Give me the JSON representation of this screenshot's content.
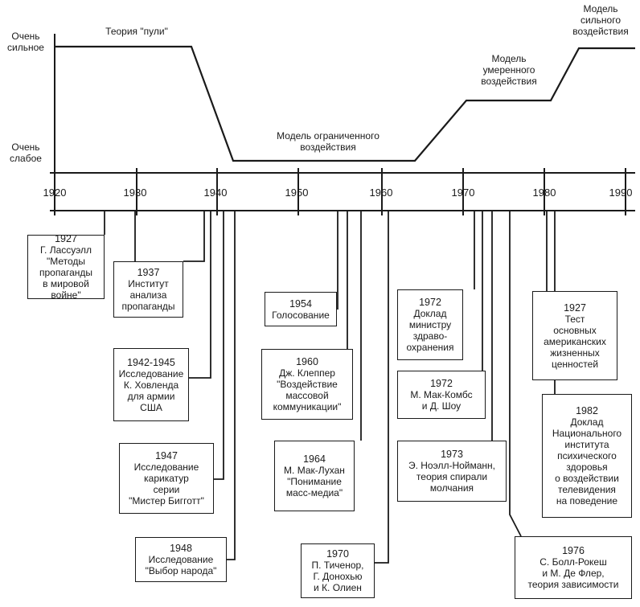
{
  "y_axis": {
    "top_label": "Очень\nсильное",
    "bottom_label": "Очень\nслабое"
  },
  "x_axis": {
    "ticks": [
      "1920",
      "1930",
      "1940",
      "1950",
      "1960",
      "1970",
      "1980",
      "1990"
    ]
  },
  "phases": {
    "bullet": "Теория \"пули\"",
    "limited": "Модель ограниченного\nвоздействия",
    "moderate": "Модель\nумеренного\nвоздействия",
    "strong": "Модель\nсильного\nвоздействия"
  },
  "events": [
    {
      "year": "1927",
      "text": "Г. Лассуэлл\n\"Методы\nпропаганды\nв мировой\nвойне\""
    },
    {
      "year": "1937",
      "text": "Институт\nанализа\nпропаганды"
    },
    {
      "year": "1942-1945",
      "text": "Исследование\nК. Ховленда\nдля армии\nСША"
    },
    {
      "year": "1947",
      "text": "Исследование\nкарикатур\nсерии\n\"Мистер Бигготт\""
    },
    {
      "year": "1948",
      "text": "Исследование\n\"Выбор народа\""
    },
    {
      "year": "1954",
      "text": "Голосование"
    },
    {
      "year": "1960",
      "text": "Дж. Клеппер\n\"Воздействие\nмассовой\nкоммуникации\""
    },
    {
      "year": "1964",
      "text": "М. Мак-Лухан\n\"Понимание\nмасс-медиа\""
    },
    {
      "year": "1970",
      "text": "П. Тиченор,\nГ. Донохью\nи К. Олиен"
    },
    {
      "year": "1972",
      "text": "Доклад\nминистру\nздраво-\nохранения"
    },
    {
      "year": "1972",
      "text": "М. Мак-Комбс\nи Д. Шоу"
    },
    {
      "year": "1973",
      "text": "Э. Ноэлл-Нойманн,\nтеория спирали\nмолчания"
    },
    {
      "year": "1976",
      "text": "С. Болл-Рокеш\nи М. Де Флер,\nтеория зависимости"
    },
    {
      "year": "1927",
      "text": "Тест\nосновных\nамериканских\nжизненных\nценностей"
    },
    {
      "year": "1982",
      "text": "Доклад\nНационального\nинститута\nпсихического\nздоровья\nо воздействии\nтелевидения\nна поведение"
    }
  ]
}
